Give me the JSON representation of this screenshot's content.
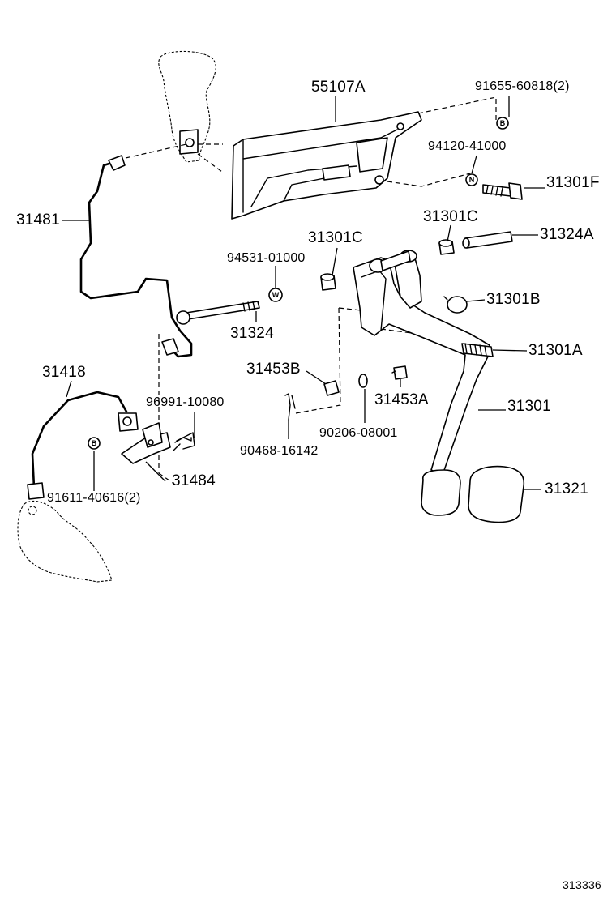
{
  "labels": {
    "p55107A": "55107A",
    "p91655_60818": "91655-60818(2)",
    "p94120_41000": "94120-41000",
    "p31301F": "31301F",
    "p31481": "31481",
    "p31301C_right": "31301C",
    "p31324A": "31324A",
    "p31301C_left": "31301C",
    "p94531_01000": "94531-01000",
    "p31301B": "31301B",
    "p31324": "31324",
    "p31301A": "31301A",
    "p31418": "31418",
    "p31453B": "31453B",
    "p31453A": "31453A",
    "p96991_10080": "96991-10080",
    "p31301": "31301",
    "p90206_08001": "90206-08001",
    "p90468_16142": "90468-16142",
    "p31484": "31484",
    "p31321": "31321",
    "p91611_40616": "91611-40616(2)",
    "diagram_id": "313336"
  },
  "symbols": {
    "bolt_symbol": "B",
    "nut_symbol": "N",
    "washer_symbol": "W"
  }
}
